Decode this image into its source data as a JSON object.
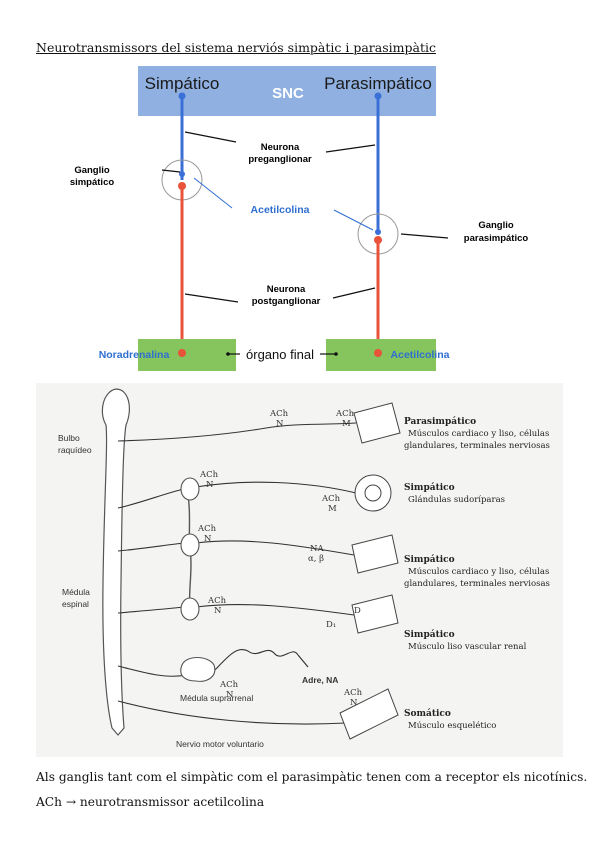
{
  "document": {
    "title": "Neurotransmissors del sistema nerviós simpàtic i parasimpàtic",
    "paragraphs": [
      "Als ganglis tant com el simpàtic com el parasimpàtic tenen com a receptor els nicotínics.",
      "ACh → neurotransmissor acetilcolina"
    ]
  },
  "figure1": {
    "snc_left": "Simpático",
    "snc_center": "SNC",
    "snc_right": "Parasimpático",
    "neurona_pre_l1": "Neurona",
    "neurona_pre_l2": "preganglionar",
    "ganglio_simp_l1": "Ganglio",
    "ganglio_simp_l2": "simpático",
    "acetilcolina": "Acetilcolina",
    "ganglio_para_l1": "Ganglio",
    "ganglio_para_l2": "parasimpático",
    "neurona_post_l1": "Neurona",
    "neurona_post_l2": "postganglionar",
    "noradrenalina": "Noradrenalina",
    "organo": "órgano final",
    "acetilcolina_end": "Acetilcolina",
    "colors": {
      "snc_box": "#8fb0e0",
      "preganglionic": "#3b6fd8",
      "postganglionic": "#e8533a",
      "organ": "#86c45e",
      "text_blue": "#2f6fd0"
    }
  },
  "figure2": {
    "bulbo_l1": "Bulbo",
    "bulbo_l2": "raquídeo",
    "medula_l1": "Médula",
    "medula_l2": "espinal",
    "nervio_motor": "Nervio motor voluntario",
    "medula_supra": "Médula suprarrenal",
    "adre_na": "Adre, NA",
    "ach": "ACh",
    "n": "N",
    "m": "M",
    "na": "NA",
    "alpha_beta": "α, β",
    "d": "D",
    "d1": "D₁",
    "rows": [
      {
        "title": "Parasimpático",
        "desc_l1": "Músculos cardiaco y liso, células",
        "desc_l2": "glandulares, terminales nerviosas"
      },
      {
        "title": "Simpático",
        "desc_l1": "Glándulas sudoríparas",
        "desc_l2": ""
      },
      {
        "title": "Simpático",
        "desc_l1": "Músculos cardiaco y liso, células",
        "desc_l2": "glandulares, terminales nerviosas"
      },
      {
        "title": "Simpático",
        "desc_l1": "Músculo liso vascular renal",
        "desc_l2": ""
      },
      {
        "title": "Somático",
        "desc_l1": "Músculo esquelético",
        "desc_l2": ""
      }
    ]
  }
}
